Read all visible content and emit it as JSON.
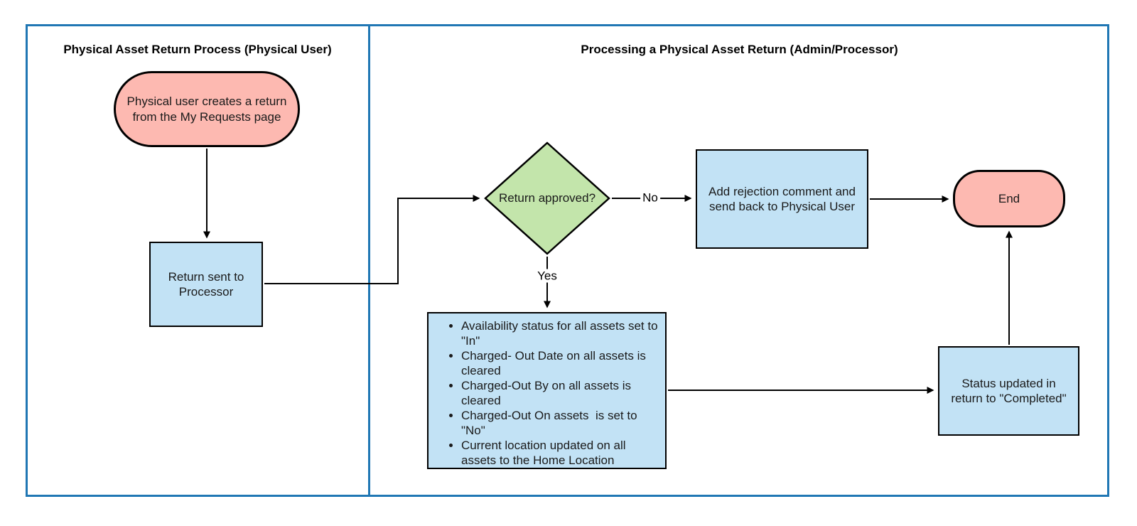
{
  "diagram": {
    "lane_left_title": "Physical Asset Return Process (Physical User)",
    "lane_right_title": "Processing a Physical Asset Return (Admin/Processor)"
  },
  "nodes": {
    "start": "Physical user creates a return from the My Requests page",
    "return_sent": "Return sent to Processor",
    "decision": "Return approved?",
    "rejection": "Add rejection comment and send back to Physical User",
    "end": "End",
    "status_updated": "Status updated in return to \"Completed\""
  },
  "actions_list": {
    "items": [
      "Availability status for all assets set to \"In\"",
      "Charged- Out Date on all assets is cleared",
      "Charged-Out By on all assets is cleared",
      "Charged-Out On assets  is set to \"No\"",
      "Current location updated on all assets to the Home Location"
    ]
  },
  "edge_labels": {
    "no": "No",
    "yes": "Yes"
  },
  "colors": {
    "terminator_fill": "#fdb9b1",
    "process_fill": "#c2e2f5",
    "decision_fill": "#c3e5ab",
    "lane_border": "#2077b4",
    "shape_border": "#000000"
  }
}
